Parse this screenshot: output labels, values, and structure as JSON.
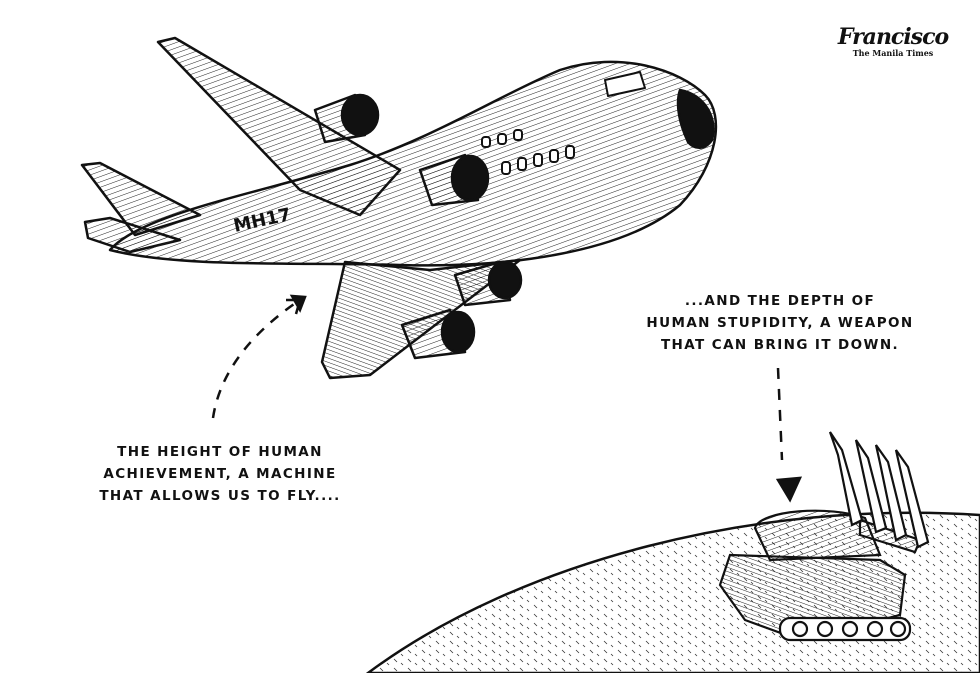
{
  "cartoon": {
    "aircraft_label": "MH17",
    "signature": "Francisco",
    "publication": "The Manila Times",
    "caption_left": {
      "lines": [
        "THE HEIGHT OF HUMAN",
        "ACHIEVEMENT, A MACHINE",
        "THAT ALLOWS US TO FLY...."
      ]
    },
    "caption_right": {
      "lines": [
        "...AND THE DEPTH OF",
        "HUMAN STUPIDITY, A WEAPON",
        "THAT CAN BRING IT DOWN."
      ]
    }
  },
  "icons": {
    "airplane": "airplane-icon",
    "missile_launcher": "missile-launcher-icon",
    "arrow_up": "dashed-arrow-up-icon",
    "arrow_down": "dashed-arrow-down-icon"
  },
  "colors": {
    "ink": "#111111",
    "paper": "#ffffff"
  }
}
